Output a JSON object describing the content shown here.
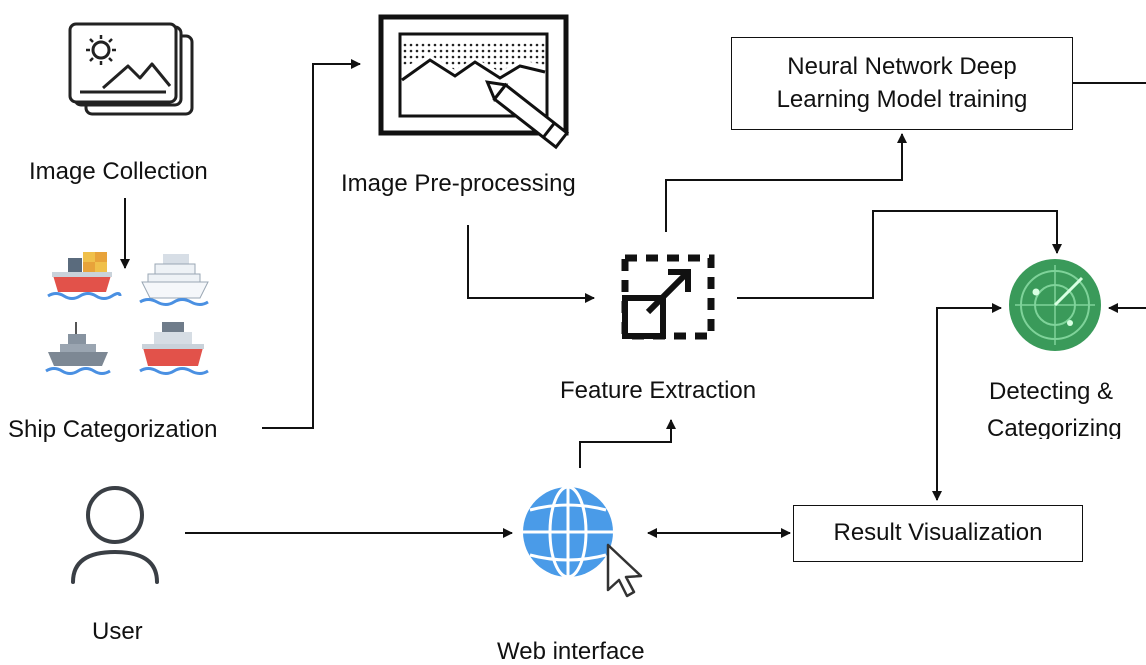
{
  "nodes": {
    "image_collection": "Image Collection",
    "image_preprocessing": "Image Pre-processing",
    "nn_training_line1": "Neural Network Deep",
    "nn_training_line2": "Learning Model training",
    "ship_categorization": "Ship Categorization",
    "feature_extraction": "Feature Extraction",
    "detecting_line1": "Detecting &",
    "detecting_line2": "Categorizing",
    "user": "User",
    "web_interface": "Web interface",
    "result_visualization": "Result Visualization"
  },
  "icons": {
    "gallery": "image-gallery-icon",
    "edit_image": "image-edit-icon",
    "ships": "ship-icon",
    "feature": "feature-extract-icon",
    "radar": "radar-icon",
    "user": "user-icon",
    "globe": "globe-cursor-icon"
  },
  "colors": {
    "line": "#111111",
    "radar_green": "#3a9a5a",
    "globe_blue": "#3b8fe0"
  }
}
